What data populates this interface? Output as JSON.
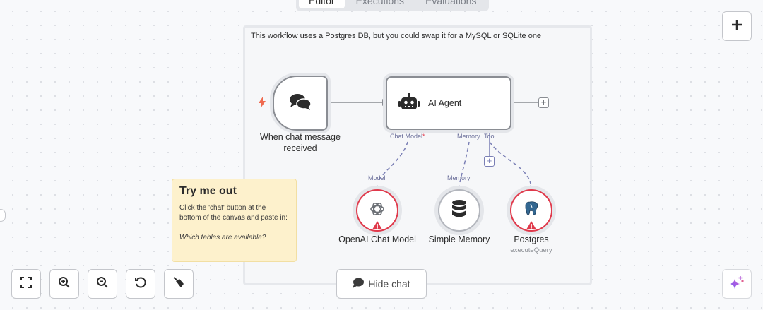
{
  "tabs": [
    {
      "label": "Editor",
      "active": true
    },
    {
      "label": "Executions",
      "active": false
    },
    {
      "label": "Evaluations",
      "active": false
    }
  ],
  "sticky_note": {
    "text": "This workflow uses a Postgres DB, but you could swap it for a MySQL or SQLite one"
  },
  "nodes": {
    "trigger": {
      "label": "When chat message received",
      "icon": "chat-bubbles-icon"
    },
    "agent": {
      "label": "AI Agent",
      "icon": "robot-icon",
      "ports": {
        "chat_model": "Chat Model",
        "chat_model_required": "*",
        "memory": "Memory",
        "tool": "Tool"
      }
    },
    "openai": {
      "label": "OpenAI Chat Model",
      "port": "Model",
      "icon": "openai-icon",
      "status": "error"
    },
    "memory": {
      "label": "Simple Memory",
      "port": "Memory",
      "icon": "database-icon",
      "status": "ok"
    },
    "postgres": {
      "label": "Postgres",
      "subtitle": "executeQuery",
      "icon": "postgres-elephant-icon",
      "status": "error"
    }
  },
  "try_note": {
    "title": "Try me out",
    "body": "Click the 'chat' button at the bottom of the canvas and paste in:",
    "example": "Which tables are available?"
  },
  "controls": {
    "fit_view": "fit-view",
    "zoom_in": "zoom-in",
    "zoom_out": "zoom-out",
    "reset": "reset-zoom",
    "tidy": "tidy-up"
  },
  "hide_chat_label": "Hide chat",
  "colors": {
    "error": "#e0394b",
    "port": "#7a7fb5",
    "sticky_yellow": "#fdf1cc",
    "trigger_bolt": "#ef6a4f"
  }
}
